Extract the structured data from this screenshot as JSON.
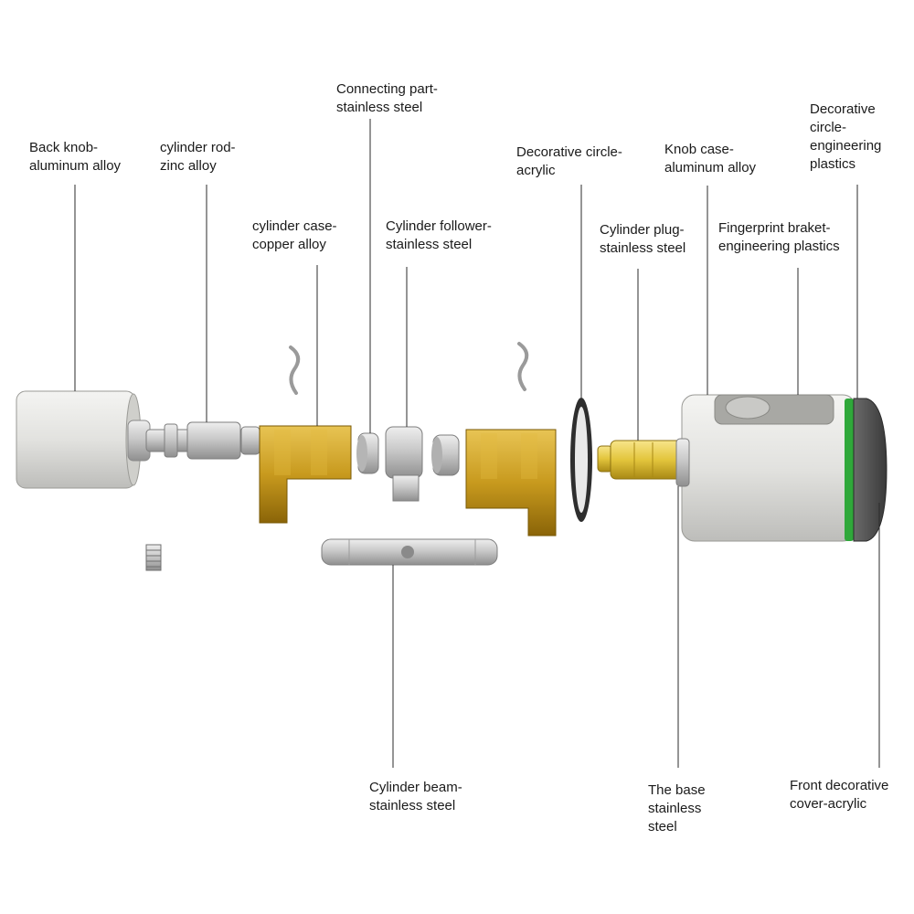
{
  "diagram": {
    "parts": [
      {
        "id": "back-knob",
        "lines": [
          "Back knob-",
          "aluminum alloy"
        ]
      },
      {
        "id": "cylinder-rod",
        "lines": [
          "cylinder rod-",
          "zinc alloy"
        ]
      },
      {
        "id": "cylinder-case",
        "lines": [
          "cylinder case-",
          "copper alloy"
        ]
      },
      {
        "id": "connecting-part",
        "lines": [
          "Connecting part-",
          "stainless steel"
        ]
      },
      {
        "id": "cylinder-follower",
        "lines": [
          "Cylinder follower-",
          "stainless steel"
        ]
      },
      {
        "id": "decorative-circle-acrylic",
        "lines": [
          "Decorative circle-",
          "acrylic"
        ]
      },
      {
        "id": "cylinder-plug",
        "lines": [
          "Cylinder plug-",
          "stainless steel"
        ]
      },
      {
        "id": "knob-case",
        "lines": [
          "Knob case-",
          "aluminum alloy"
        ]
      },
      {
        "id": "fingerprint-bracket",
        "lines": [
          "Fingerprint braket-",
          "engineering plastics"
        ]
      },
      {
        "id": "decorative-circle-plastics",
        "lines": [
          "Decorative",
          "circle-",
          "engineering",
          "plastics"
        ]
      },
      {
        "id": "cylinder-beam",
        "lines": [
          "Cylinder beam-",
          "stainless steel"
        ]
      },
      {
        "id": "the-base",
        "lines": [
          "The base",
          "stainless",
          "steel"
        ]
      },
      {
        "id": "front-decorative-cover",
        "lines": [
          "Front decorative",
          "cover-acrylic"
        ]
      }
    ],
    "colors": {
      "aluminum": "#dcdcd8",
      "brass": "#c9a227",
      "steel": "#c8c8c8",
      "green_ring": "#2fa83a",
      "acrylic_disc": "#3a3a3a",
      "front_cover": "#4a4a4a"
    }
  }
}
